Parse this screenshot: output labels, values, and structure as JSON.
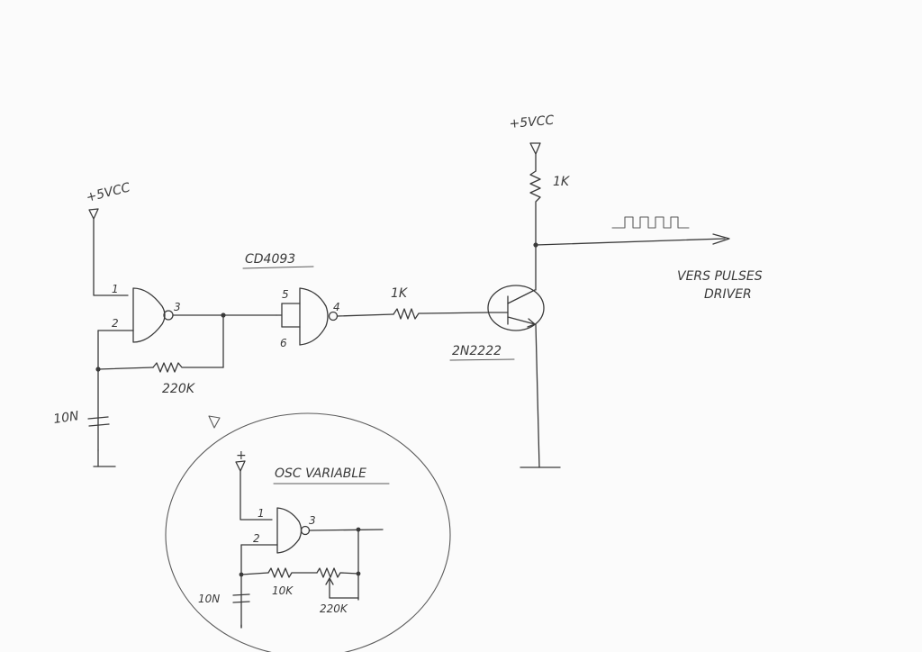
{
  "labels": {
    "supply_left": "+5VCC",
    "supply_right": "+5VCC",
    "supply_inset": "+",
    "chip": "CD4093",
    "pin_1": "1",
    "pin_2": "2",
    "pin_3": "3",
    "pin_5": "5",
    "pin_6": "6",
    "pin_4": "4",
    "r_feedback": "220K",
    "c_timing": "10N",
    "r_base": "1K",
    "r_collector": "1K",
    "transistor": "2N2222",
    "output_note_line1": "VERS PULSES",
    "output_note_line2": "DRIVER",
    "inset_title": "OSC VARIABLE",
    "inset_pin_1": "1",
    "inset_pin_2": "2",
    "inset_pin_3": "3",
    "inset_r_fixed": "10K",
    "inset_r_pot": "220K",
    "inset_c": "10N"
  }
}
